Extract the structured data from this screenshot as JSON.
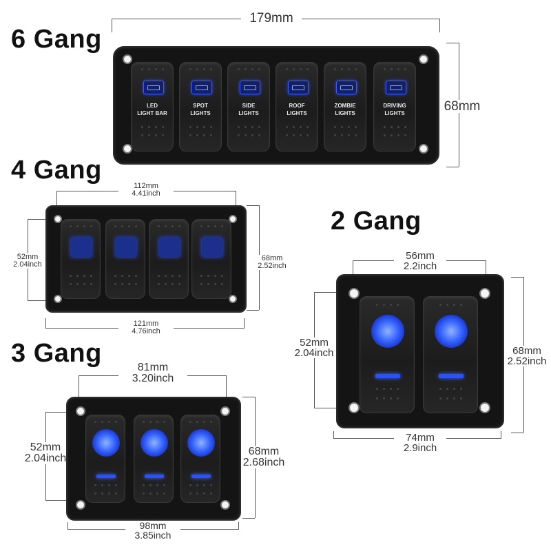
{
  "headings": {
    "six": "6 Gang",
    "four": "4 Gang",
    "three": "3 Gang",
    "two": "2 Gang"
  },
  "six_gang": {
    "width": "179mm",
    "height": "68mm",
    "switches": [
      {
        "line1": "LED",
        "line2": "LIGHT BAR",
        "icon": "light-bar-icon"
      },
      {
        "line1": "SPOT",
        "line2": "LIGHTS",
        "icon": "spot-lights-icon"
      },
      {
        "line1": "SIDE",
        "line2": "LIGHTS",
        "icon": "side-lights-icon"
      },
      {
        "line1": "ROOF",
        "line2": "LIGHTS",
        "icon": "roof-lights-icon"
      },
      {
        "line1": "ZOMBIE",
        "line2": "LIGHTS",
        "icon": "biohazard-icon"
      },
      {
        "line1": "DRIVING",
        "line2": "LIGHTS",
        "icon": "headlight-icon"
      }
    ]
  },
  "four_gang": {
    "top_mm": "112mm",
    "top_in": "4.41inch",
    "left_mm": "52mm",
    "left_in": "2.04inch",
    "right_mm": "68mm",
    "right_in": "2.52inch",
    "bottom_mm": "121mm",
    "bottom_in": "4.76inch"
  },
  "three_gang": {
    "top_mm": "81mm",
    "top_in": "3.20inch",
    "left_mm": "52mm",
    "left_in": "2.04inch",
    "right_mm": "68mm",
    "right_in": "2.68inch",
    "bottom_mm": "98mm",
    "bottom_in": "3.85inch"
  },
  "two_gang": {
    "top_mm": "56mm",
    "top_in": "2.2inch",
    "left_mm": "52mm",
    "left_in": "2.04inch",
    "right_mm": "68mm",
    "right_in": "2.52inch",
    "bottom_mm": "74mm",
    "bottom_in": "2.9inch"
  },
  "colors": {
    "panel": "#141414",
    "led_blue": "#2a50ff",
    "label_white": "#e8e8e8"
  }
}
